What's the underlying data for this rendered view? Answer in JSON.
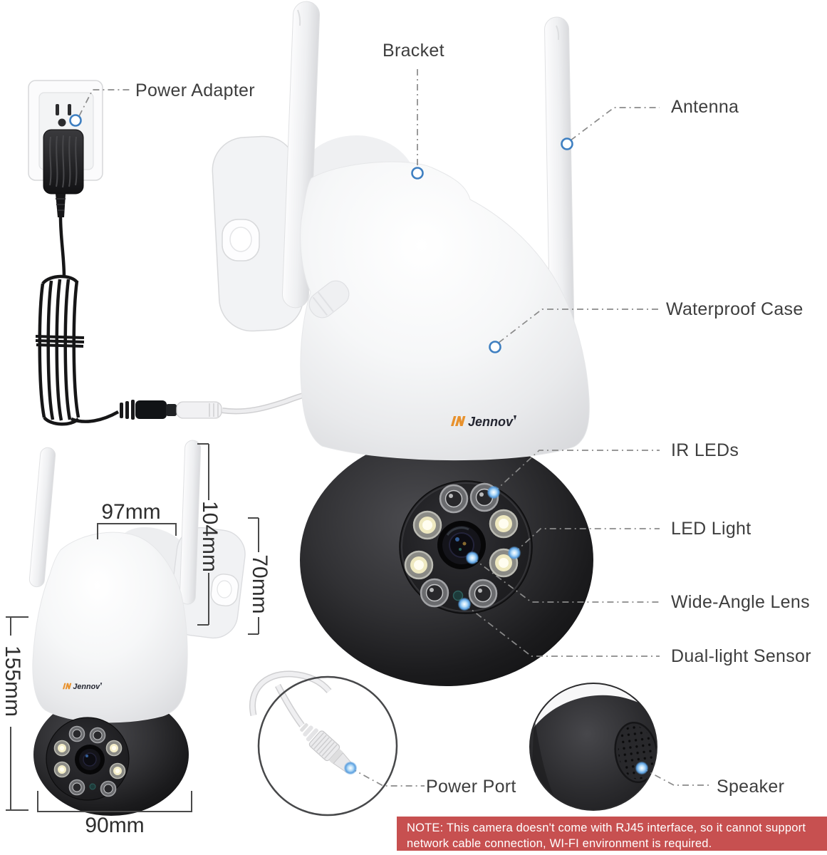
{
  "brand": {
    "name": "Jennov"
  },
  "callouts": {
    "power_adapter": "Power Adapter",
    "bracket": "Bracket",
    "antenna": "Antenna",
    "waterproof_case": "Waterproof Case",
    "ir_leds": "IR LEDs",
    "led_light": "LED Light",
    "wide_angle_lens": "Wide-Angle Lens",
    "dual_light_sensor": "Dual-light Sensor",
    "power_port": "Power Port",
    "speaker": "Speaker"
  },
  "dimensions": {
    "antenna_gap": "97mm",
    "bracket_height": "104mm",
    "bracket_depth": "70mm",
    "total_height": "155mm",
    "body_width": "90mm"
  },
  "note": {
    "line1": "NOTE: This camera doesn't come with RJ45 interface, so it cannot support",
    "line2": "network cable connection, WI-FI environment is required."
  },
  "colors": {
    "marker_blue": "#3e7fc1",
    "glow_blue": "#6cb0ea",
    "leader_gray": "#8a8a8a",
    "label_text": "#3e3e3e",
    "dimension_text": "#2e2e2e",
    "note_bg": "#c75050",
    "note_text": "#ffffff",
    "brand_orange": "#e8912c",
    "brand_dark": "#232530"
  }
}
